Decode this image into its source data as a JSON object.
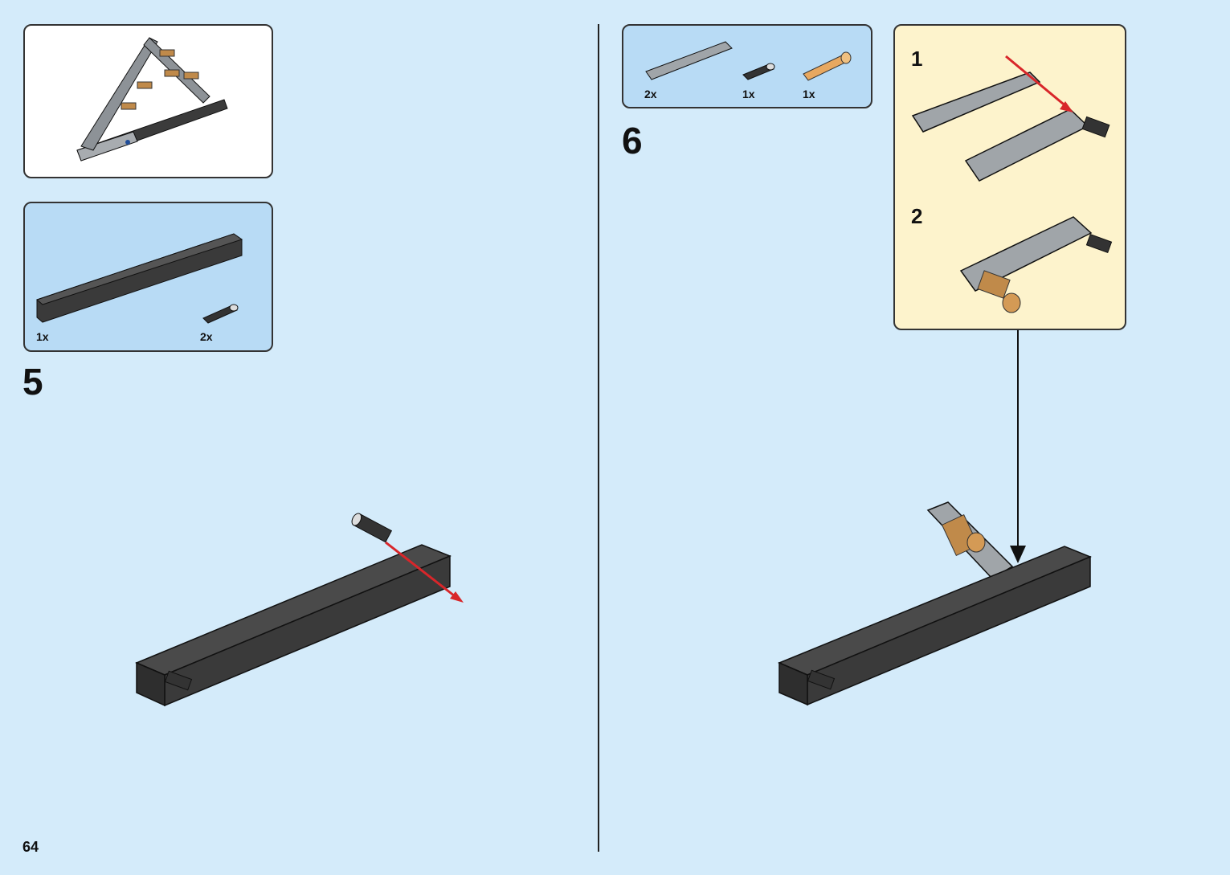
{
  "page_number": "64",
  "step5": {
    "number": "5",
    "parts": [
      {
        "qty": "1x",
        "part": "beam-1x14-black-icon"
      },
      {
        "qty": "2x",
        "part": "pin-black-icon"
      }
    ]
  },
  "step6": {
    "number": "6",
    "parts": [
      {
        "qty": "2x",
        "part": "liftarm-1x7-grey-icon"
      },
      {
        "qty": "1x",
        "part": "pin-black-icon"
      },
      {
        "qty": "1x",
        "part": "axle-pin-tan-icon"
      }
    ],
    "sub_steps": [
      {
        "number": "1"
      },
      {
        "number": "2"
      }
    ]
  },
  "colors": {
    "background": "#d4ebfa",
    "parts_panel": "#b8dbf5",
    "sub_assembly_panel": "#fdf3cc",
    "arrow_red": "#d8262a",
    "beam_black": "#3a3a3a",
    "liftarm_grey": "#a0a5a9",
    "tan": "#c08a4a"
  }
}
